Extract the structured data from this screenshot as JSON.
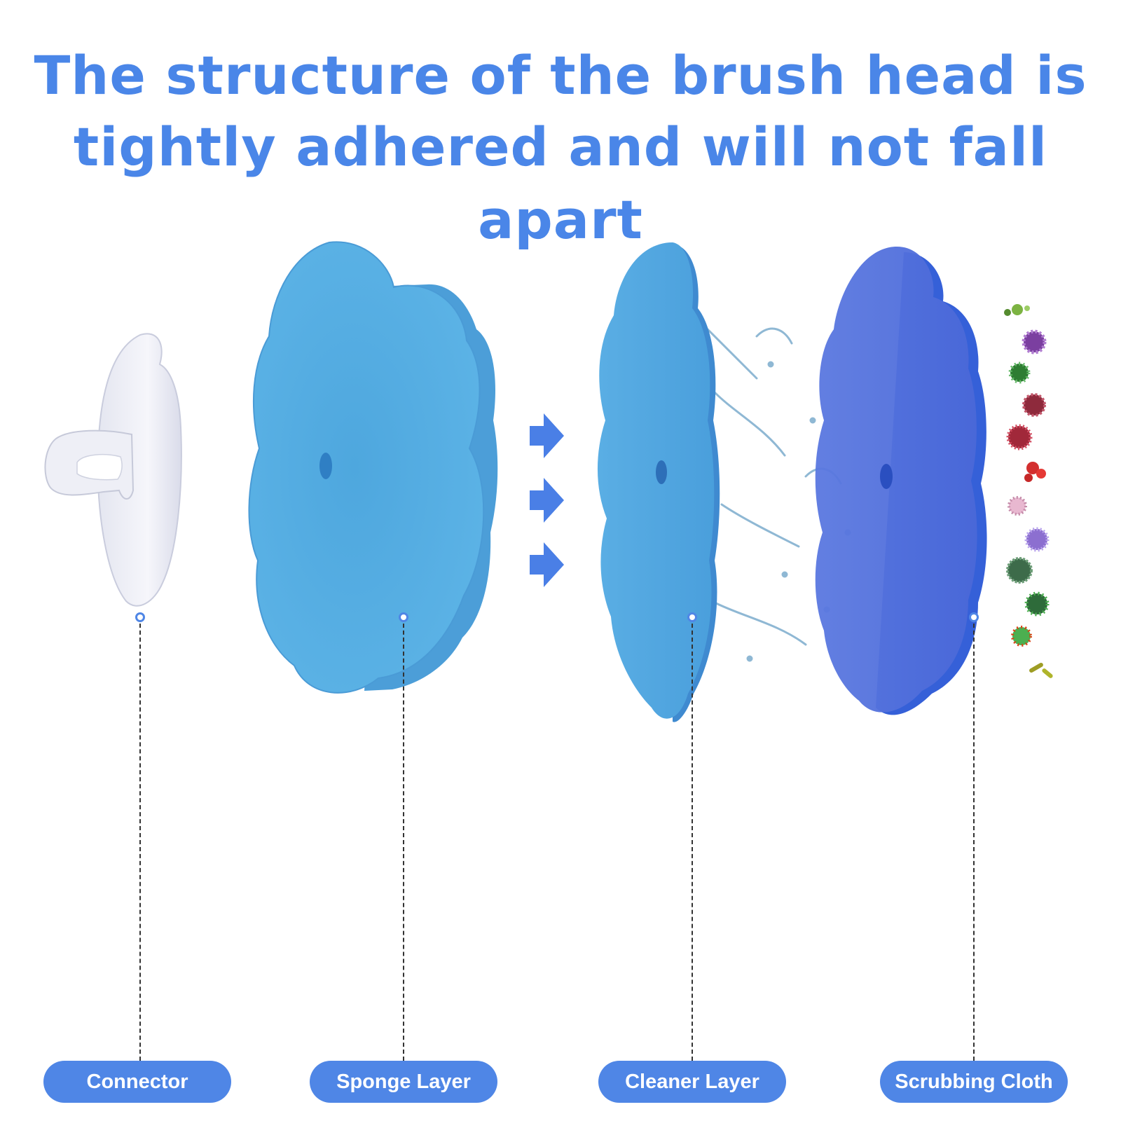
{
  "title": {
    "line1": "The structure of the brush head is",
    "line2": "tightly adhered and will not fall apart"
  },
  "labels": {
    "connector": "Connector",
    "sponge_layer": "Sponge Layer",
    "cleaner_layer": "Cleaner Layer",
    "scrubbing_cloth": "Scrubbing Cloth"
  },
  "colors": {
    "title": "#4a86e8",
    "label_pill": "#4f86e6",
    "sponge": "#58b0e4",
    "cleaner": "#4aa3e0",
    "cloth": "#3f6fe0"
  },
  "icons": [
    "arrow-right-icon",
    "water-splash-icon",
    "germ-icon"
  ]
}
